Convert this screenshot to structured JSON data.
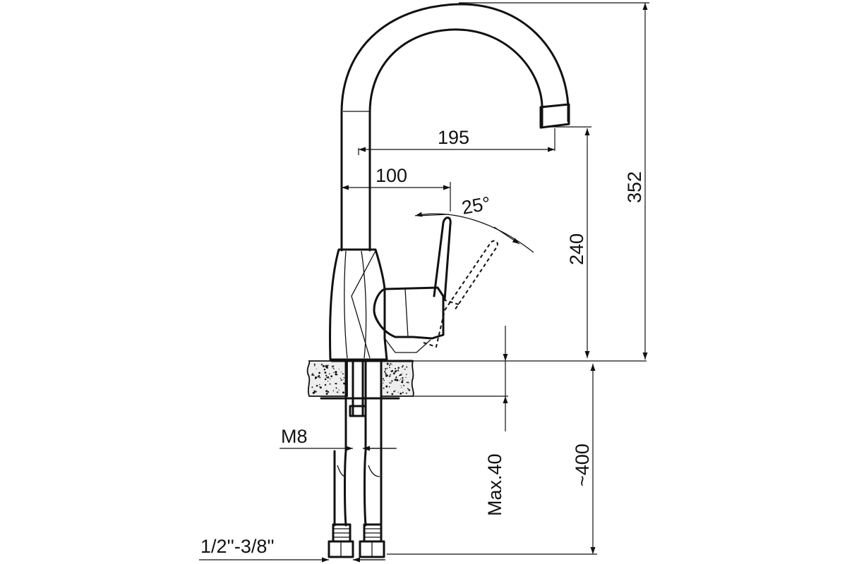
{
  "dimensions": {
    "spout_reach": "195",
    "handle_offset": "100",
    "lever_angle": "25°",
    "spout_outlet_height": "240",
    "total_height": "352",
    "max_counter_thickness": "Max.40",
    "hose_length": "~400",
    "stud_thread": "M8",
    "connection_thread": "1/2''-3/8''"
  },
  "colors": {
    "line": "#111111",
    "background": "#ffffff",
    "countertop_fill": "#eeeeee"
  }
}
